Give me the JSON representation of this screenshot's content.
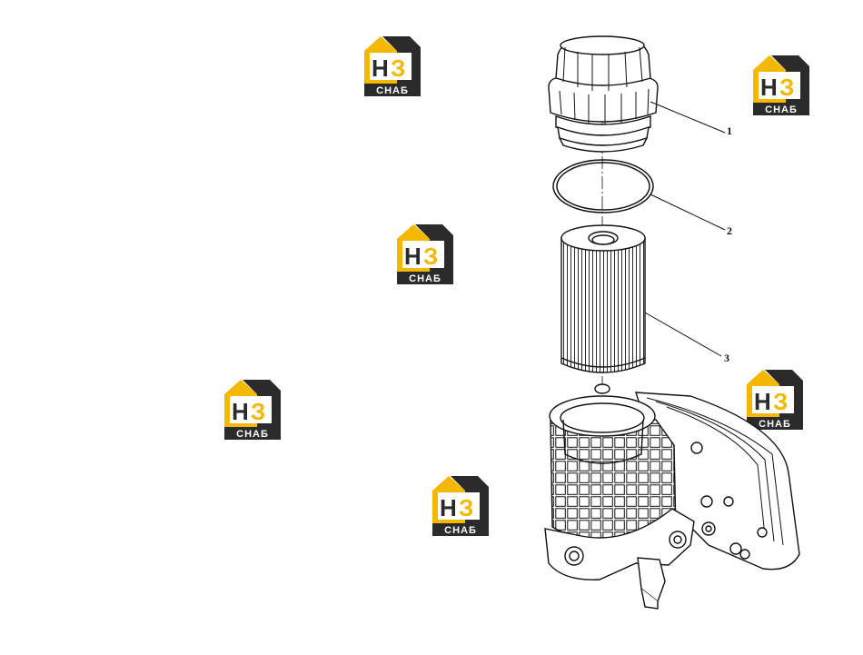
{
  "diagram": {
    "callouts": [
      {
        "id": 1,
        "label": "1"
      },
      {
        "id": 2,
        "label": "2"
      },
      {
        "id": 3,
        "label": "3"
      }
    ]
  },
  "watermark": {
    "logo_letters": "НЗ",
    "logo_caption": "СНАБ",
    "colors": {
      "house": "#f5b800",
      "house_shadow": "#d79a00",
      "block": "#2b2b2b",
      "letter_h": "#2b2b2b",
      "letter_z": "#f5b800"
    }
  },
  "colors": {
    "line": "#111111",
    "background": "#ffffff"
  }
}
